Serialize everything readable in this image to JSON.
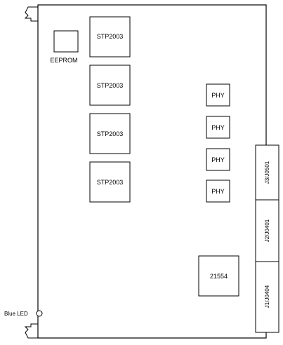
{
  "board": {
    "eeprom": {
      "label": "EEPROM"
    },
    "chips": [
      {
        "label": "STP2003"
      },
      {
        "label": "STP2003"
      },
      {
        "label": "STP2003"
      },
      {
        "label": "STP2003"
      }
    ],
    "phys": [
      {
        "label": "PHY"
      },
      {
        "label": "PHY"
      },
      {
        "label": "PHY"
      },
      {
        "label": "PHY"
      }
    ],
    "bridge": {
      "label": "21554"
    },
    "connectors": [
      {
        "label": "J3/J0501"
      },
      {
        "label": "J2/J0401"
      },
      {
        "label": "J1/J0404"
      }
    ],
    "led": {
      "label": "Blue LED"
    }
  }
}
